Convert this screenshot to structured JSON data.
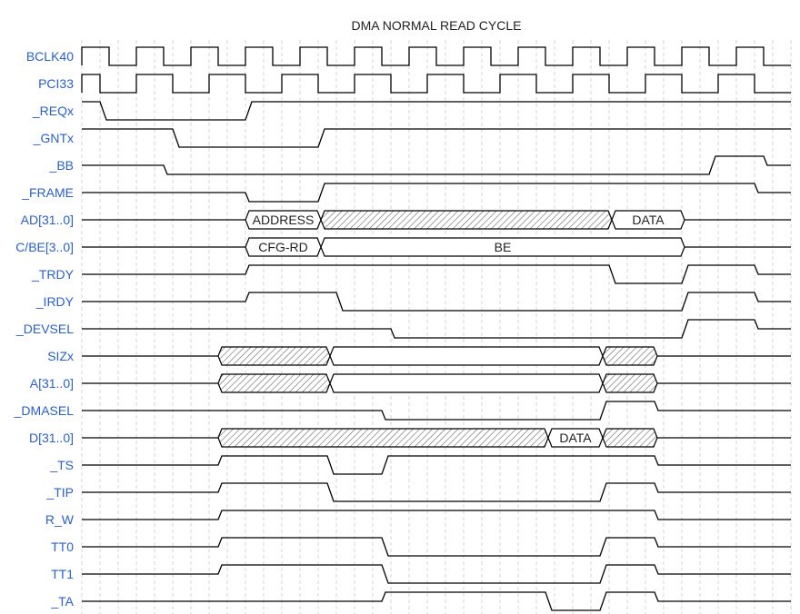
{
  "title": "DMA NORMAL READ CYCLE",
  "time_range": [
    0,
    78
  ],
  "grid_step": 2,
  "signals": [
    {
      "name": "BCLK40",
      "type": "clock",
      "half_period": 3,
      "start": 0,
      "init": "H"
    },
    {
      "name": "PCI33",
      "type": "clock",
      "half_period": 4,
      "start": 2,
      "init": "H"
    },
    {
      "name": "_REQx",
      "type": "wave",
      "init": "H",
      "edges": [
        [
          2,
          "L"
        ],
        [
          18,
          "H"
        ]
      ]
    },
    {
      "name": "_GNTx",
      "type": "wave",
      "init": "H",
      "edges": [
        [
          10,
          "L"
        ],
        [
          26,
          "H"
        ]
      ]
    },
    {
      "name": "_BB",
      "type": "wave",
      "init": "M",
      "edges": [
        [
          9,
          "L"
        ],
        [
          69,
          "H"
        ],
        [
          75,
          "M"
        ]
      ]
    },
    {
      "name": "_FRAME",
      "type": "wave",
      "init": "M",
      "edges": [
        [
          18,
          "L"
        ],
        [
          26,
          "H"
        ],
        [
          74,
          "M"
        ]
      ]
    },
    {
      "name": "AD[31..0]",
      "type": "bus",
      "segments": [
        [
          18,
          26,
          "ADDRESS"
        ],
        [
          26,
          58,
          "hatch"
        ],
        [
          58,
          66,
          "DATA"
        ]
      ]
    },
    {
      "name": "C/BE[3..0]",
      "type": "bus",
      "segments": [
        [
          18,
          26,
          "CFG-RD"
        ],
        [
          26,
          66,
          "BE"
        ]
      ]
    },
    {
      "name": "_TRDY",
      "type": "wave",
      "init": "M",
      "edges": [
        [
          18,
          "H"
        ],
        [
          58,
          "L"
        ],
        [
          66,
          "H"
        ],
        [
          74,
          "M"
        ]
      ]
    },
    {
      "name": "_IRDY",
      "type": "wave",
      "init": "M",
      "edges": [
        [
          18,
          "H"
        ],
        [
          28,
          "L"
        ],
        [
          66,
          "H"
        ],
        [
          74,
          "M"
        ]
      ]
    },
    {
      "name": "_DEVSEL",
      "type": "wave",
      "init": "M",
      "edges": [
        [
          34,
          "L"
        ],
        [
          66,
          "H"
        ],
        [
          74,
          "M"
        ]
      ]
    },
    {
      "name": "SIZx",
      "type": "bus",
      "segments": [
        [
          15,
          27,
          "hatch"
        ],
        [
          27,
          57,
          ""
        ],
        [
          57,
          63,
          "hatch"
        ]
      ]
    },
    {
      "name": "A[31..0]",
      "type": "bus",
      "segments": [
        [
          15,
          27,
          "hatch"
        ],
        [
          27,
          57,
          ""
        ],
        [
          57,
          63,
          "hatch"
        ]
      ]
    },
    {
      "name": "_DMASEL",
      "type": "wave",
      "init": "M",
      "edges": [
        [
          33,
          "L"
        ],
        [
          57,
          "H"
        ],
        [
          63,
          "M"
        ]
      ]
    },
    {
      "name": "D[31..0]",
      "type": "bus",
      "segments": [
        [
          15,
          51,
          "hatch"
        ],
        [
          51,
          57,
          "DATA"
        ],
        [
          57,
          63,
          "hatch"
        ]
      ]
    },
    {
      "name": "_TS",
      "type": "wave",
      "init": "M",
      "edges": [
        [
          15,
          "H"
        ],
        [
          27,
          "L"
        ],
        [
          33,
          "H"
        ],
        [
          63,
          "M"
        ]
      ]
    },
    {
      "name": "_TIP",
      "type": "wave",
      "init": "M",
      "edges": [
        [
          15,
          "H"
        ],
        [
          27,
          "L"
        ],
        [
          57,
          "H"
        ],
        [
          63,
          "M"
        ]
      ]
    },
    {
      "name": "R_W",
      "type": "wave",
      "init": "M",
      "edges": [
        [
          15,
          "H"
        ],
        [
          63,
          "M"
        ]
      ]
    },
    {
      "name": "TT0",
      "type": "wave",
      "init": "M",
      "edges": [
        [
          15,
          "H"
        ],
        [
          33,
          "L"
        ],
        [
          57,
          "H"
        ],
        [
          63,
          "M"
        ]
      ]
    },
    {
      "name": "TT1",
      "type": "wave",
      "init": "M",
      "edges": [
        [
          15,
          "H"
        ],
        [
          33,
          "L"
        ],
        [
          57,
          "H"
        ],
        [
          63,
          "M"
        ]
      ]
    },
    {
      "name": "_TA",
      "type": "wave",
      "init": "M",
      "edges": [
        [
          33,
          "H"
        ],
        [
          51,
          "L"
        ],
        [
          57,
          "H"
        ],
        [
          63,
          "M"
        ]
      ]
    }
  ]
}
